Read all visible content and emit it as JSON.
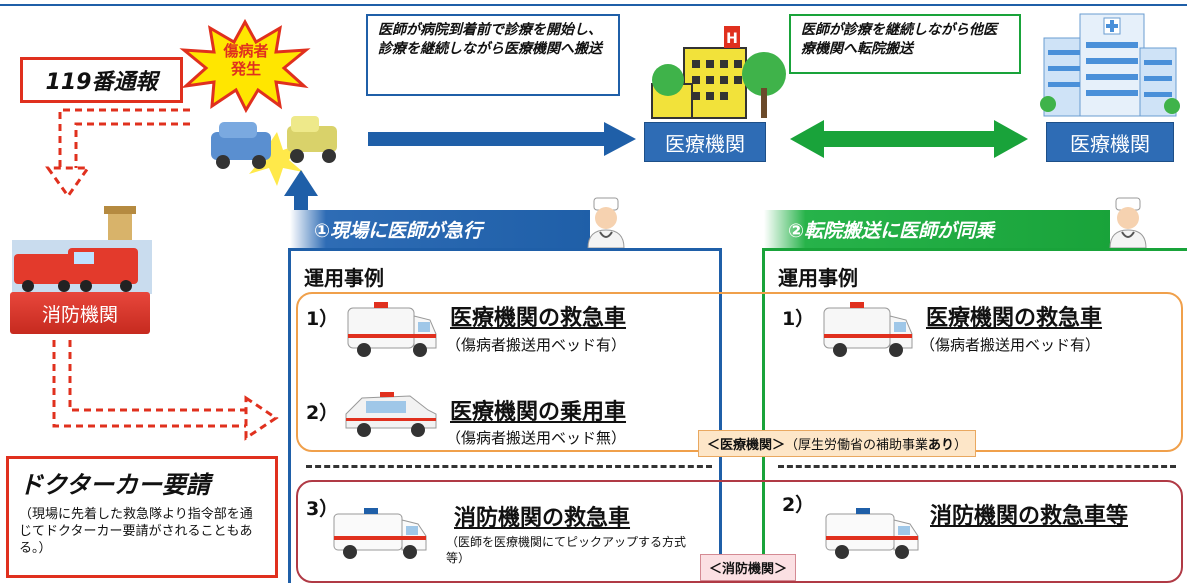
{
  "top_left": {
    "call_label": "119番通報",
    "burst_line1": "傷病者",
    "burst_line2": "発生"
  },
  "callouts": {
    "hospital_arrival": "医師が病院到着前で診療を開始し、診療を継続しながら医療機関へ搬送",
    "transfer": "医師が診療を継続しながら他医療機関へ転院搬送"
  },
  "facilities": {
    "medical1": "医療機関",
    "medical2": "医療機関",
    "fire_dept": "消防機関"
  },
  "left_panel": {
    "tab_label": "①現場に医師が急行",
    "heading": "運用事例",
    "items": [
      {
        "num": "1）",
        "title": "医療機関の救急車",
        "sub": "（傷病者搬送用ベッド有）"
      },
      {
        "num": "2）",
        "title": "医療機関の乗用車",
        "sub": "（傷病者搬送用ベッド無）"
      },
      {
        "num": "3）",
        "title": "消防機関の救急車",
        "sub": "（医師を医療機関にてピックアップする方式等）"
      }
    ]
  },
  "right_panel": {
    "tab_label": "②転院搬送に医師が同乗",
    "heading": "運用事例",
    "items": [
      {
        "num": "1）",
        "title": "医療機関の救急車",
        "sub": "（傷病者搬送用ベッド有）"
      },
      {
        "num": "2）",
        "title": "消防機関の救急車等",
        "sub": ""
      }
    ]
  },
  "tags": {
    "medical_prefix": "＜医療機関＞",
    "medical_note": "（厚生労働省の補助事業",
    "medical_note_bold": "あり",
    "medical_note_end": "）",
    "fire": "＜消防機関＞"
  },
  "doctor_car": {
    "title": "ドクターカー要請",
    "note": "（現場に先着した救急隊より指令部を通じてドクターカー要請がされることもある。）"
  },
  "colors": {
    "blue": "#1f5fa8",
    "green": "#19a33a",
    "red": "#e0301e",
    "orange": "#f0a04b",
    "maroon": "#b03a45"
  }
}
